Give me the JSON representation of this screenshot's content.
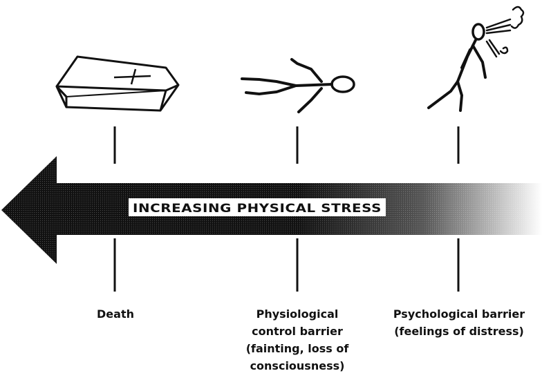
{
  "arrow": {
    "label": "INCREASING PHYSICAL STRESS"
  },
  "stages": [
    {
      "icon": "coffin-icon",
      "caption_lines": [
        "Death"
      ]
    },
    {
      "icon": "fainted-person-icon",
      "caption_lines": [
        "Physiological",
        "control barrier",
        "(fainting, loss of",
        "consciousness)"
      ]
    },
    {
      "icon": "distressed-person-icon",
      "caption_lines": [
        "Psychological barrier",
        "(feelings of distress)"
      ]
    }
  ],
  "colors": {
    "ink": "#111111",
    "background": "#ffffff"
  }
}
